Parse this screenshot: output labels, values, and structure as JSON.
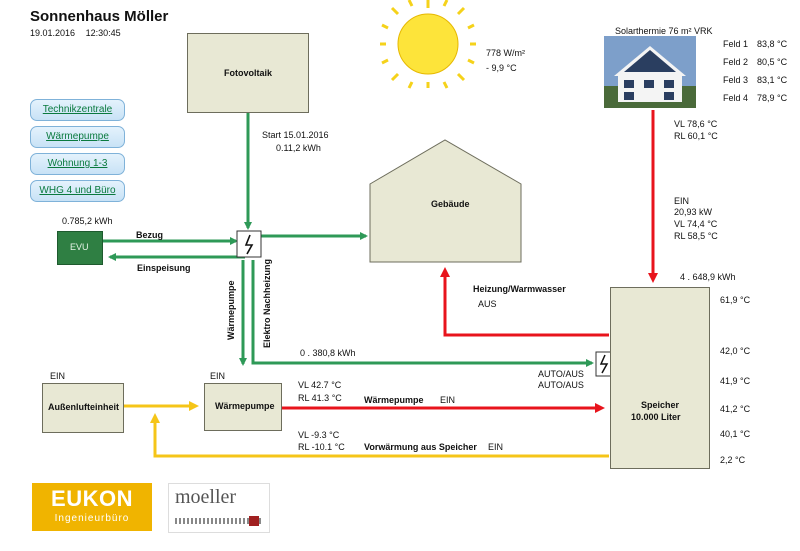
{
  "header": {
    "title": "Sonnenhaus Möller",
    "date": "19.01.2016",
    "time": "12:30:45"
  },
  "nav": [
    {
      "label": "Technikzentrale"
    },
    {
      "label": "Wärmepumpe"
    },
    {
      "label": "Wohnung 1-3"
    },
    {
      "label": "WHG 4 und Büro"
    }
  ],
  "boxes": {
    "fotovoltaik": "Fotovoltaik",
    "gebaeude": "Gebäude",
    "evu": "EVU",
    "aussenluft": "Außenlufteinheit",
    "waermepumpe": "Wärmepumpe",
    "speicher_line1": "Speicher",
    "speicher_line2": "10.000 Liter"
  },
  "labels": {
    "pv_start": "Start 15.01.2016",
    "pv_kwh": "0.11,2 kWh",
    "evu_kwh": "0.785,2 kWh",
    "bezug": "Bezug",
    "einspeisung": "Einspeisung",
    "vert_wp": "Wärmepumpe",
    "vert_elektro": "Elektro Nachheizung",
    "speicher_kwh": "0 . 380,8 kWh",
    "auto1": "AUTO/AUS",
    "auto2": "AUTO/AUS",
    "heizung": "Heizung/Warmwasser",
    "heizung_state": "AUS",
    "aussen_ein": "EIN",
    "wp_ein": "EIN",
    "wp_vl": "VL  42.7 °C",
    "wp_rl": "RL  41.3 °C",
    "wp_line": "Wärmepumpe",
    "wp_line_ein": "EIN",
    "vorw_vl": "VL  -9.3 °C",
    "vorw_rl": "RL  -10.1 °C",
    "vorw_line": "Vorwärmung aus Speicher",
    "vorw_ein": "EIN",
    "solar_ein": "EIN",
    "solar_kw": "20,93 kW",
    "solar_vl": "VL    74,4 °C",
    "solar_rl": "RL    58,5 °C",
    "solar_kwh": "4 . 648,9 kWh",
    "sun_irr": "778 W/m²",
    "sun_temp": "- 9,9 °C",
    "st_title": "Solarthermie 76 m² VRK",
    "st_vl": "VL    78,6 °C",
    "st_rl": "RL    60,1 °C"
  },
  "felder": [
    {
      "name": "Feld 1",
      "value": "83,8 °C"
    },
    {
      "name": "Feld 2",
      "value": "80,5 °C"
    },
    {
      "name": "Feld 3",
      "value": "83,1 °C"
    },
    {
      "name": "Feld 4",
      "value": "78,9 °C"
    }
  ],
  "speicher_temps": [
    "61,9 °C",
    "42,0 °C",
    "41,9 °C",
    "41,2 °C",
    "40,1 °C",
    "2,2 °C"
  ],
  "logos": {
    "eukon": "EUKON",
    "eukon_sub": "Ingenieurbüro",
    "moeller": "moeller"
  },
  "colors": {
    "green": "#2e9957",
    "red": "#e8141c",
    "yellow": "#f5c518",
    "box": "#e8e8d4",
    "evu": "#2f7f43"
  },
  "icons": [
    "sun-icon",
    "switch-icon",
    "house-photo"
  ]
}
